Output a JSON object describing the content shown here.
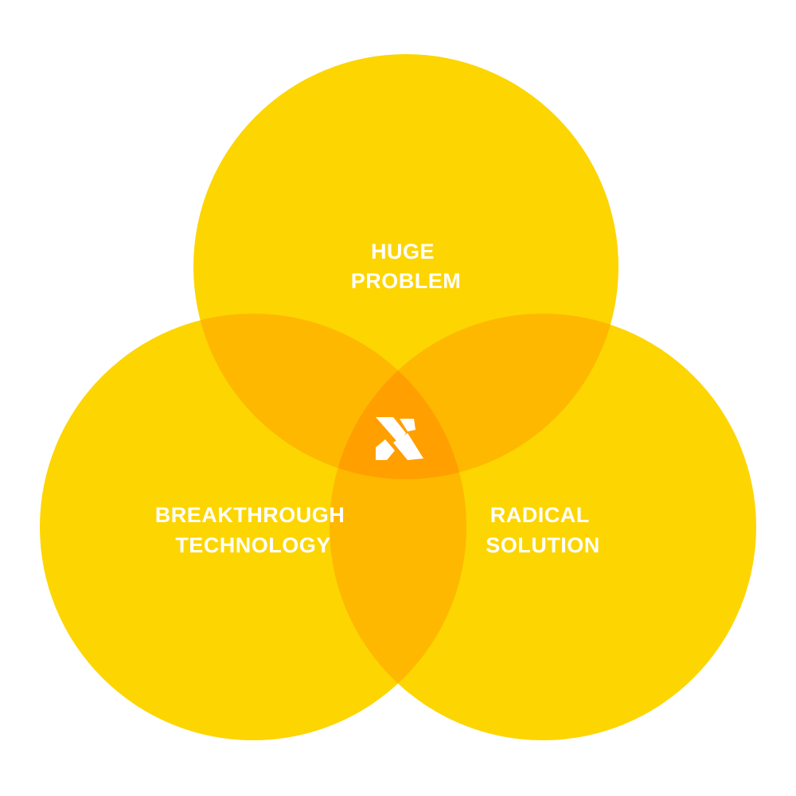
{
  "diagram": {
    "type": "venn-3",
    "colors": {
      "circle": "#FDD500",
      "pair_overlap": "#FEB800",
      "center_overlap": "#FF9F00",
      "label": "#FFFFFF"
    },
    "circles": [
      {
        "id": "top",
        "lines": [
          "HUGE",
          "PROBLEM"
        ]
      },
      {
        "id": "left",
        "lines": [
          "BREAKTHROUGH",
          "TECHNOLOGY"
        ]
      },
      {
        "id": "right",
        "lines": [
          "RADICAL",
          "SOLUTION"
        ]
      }
    ],
    "center_icon": "x-logo-icon"
  }
}
